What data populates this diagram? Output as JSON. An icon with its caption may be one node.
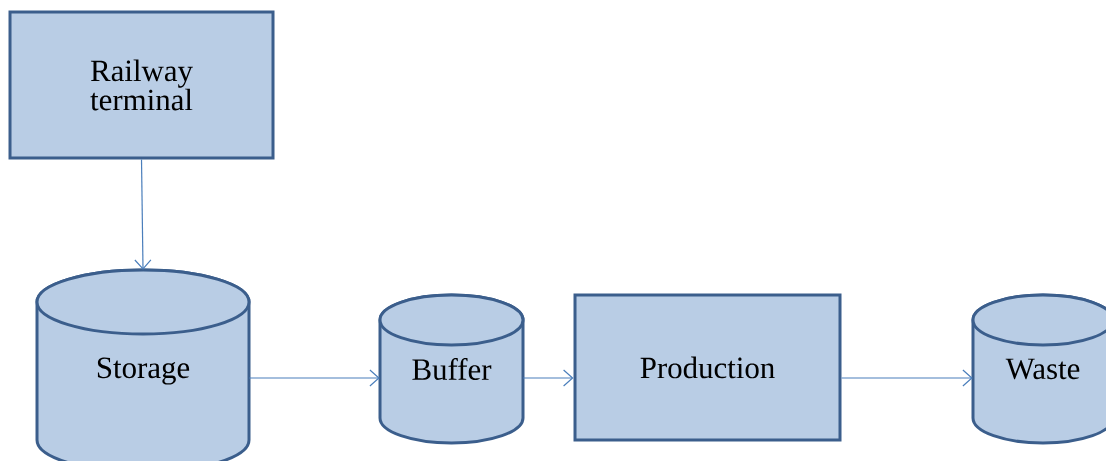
{
  "diagram": {
    "nodes": [
      {
        "text": [
          "Railway terminal"
        ]
      },
      {
        "text": [
          "Storage"
        ]
      },
      {
        "text": [
          "Buffer"
        ]
      },
      {
        "text": [
          "Production"
        ]
      },
      {
        "text": [
          "Waste"
        ]
      }
    ],
    "edges": [
      {
        "from": 0,
        "to": 1,
        "arrow": "to"
      },
      {
        "from": 1,
        "to": 2,
        "arrow": "to"
      },
      {
        "from": 2,
        "to": 3,
        "arrow": "to"
      },
      {
        "from": 3,
        "to": 4,
        "arrow": "to"
      }
    ]
  }
}
